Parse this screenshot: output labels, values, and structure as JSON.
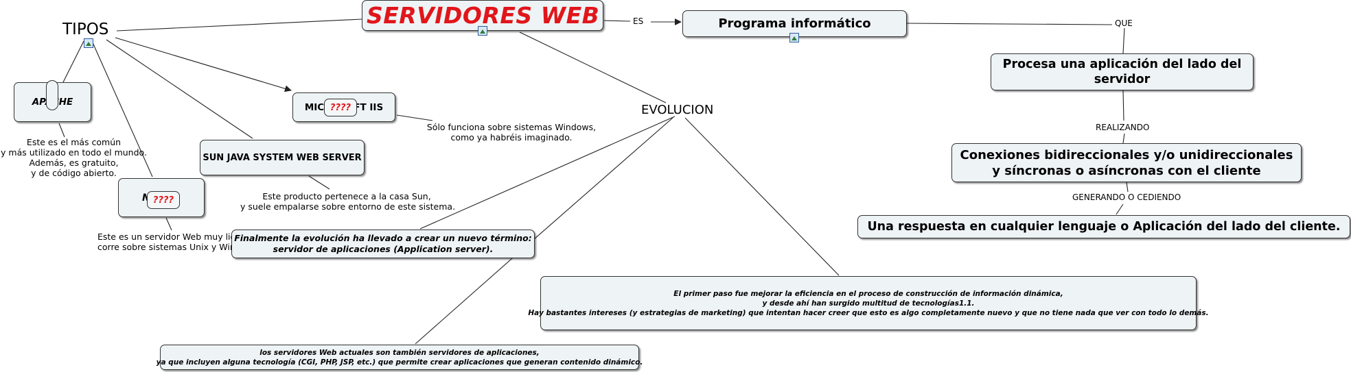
{
  "title": "SERVIDORES WEB",
  "colors": {
    "title": "#e0161b",
    "node_fill": "#eef3f5",
    "line": "#222222"
  },
  "tipos": "TIPOS",
  "evolucion": "EVOLUCION",
  "link_labels": {
    "es": "ES",
    "que": "QUE",
    "realizando": "REALIZANDO",
    "generando": "GENERANDO O CEDIENDO"
  },
  "nodes": {
    "programa": "Programa informático",
    "procesa": "Procesa una aplicación del lado del\nservidor",
    "conexiones": "Conexiones bidireccionales y/o unidireccionales\ny síncronas o asíncronas con el cliente",
    "respuesta": "Una respuesta en cualquier lenguaje o Aplicación del lado del cliente.",
    "apache": "APACHE",
    "iis": "MICROSOFT IIS",
    "sun": "SUN JAVA SYSTEM WEB SERVER",
    "n": "N",
    "finalmente": "Finalmente la evolución ha llevado a crear un nuevo término:\nservidor de aplicaciones (Application server).",
    "primer_paso": "El primer paso fue mejorar la eficiencia en el proceso de construcción de información dinámica,\ny desde ahí han surgido multitud de tecnologías1.1.\nHay bastantes intereses (y estrategias de marketing) que intentan hacer creer que esto es algo completamente nuevo y que no tiene nada que ver con todo lo demás.",
    "servidores_actuales": "los servidores Web actuales son también servidores de aplicaciones,\nya que incluyen alguna tecnología (CGI, PHP, JSP, etc.) que permite crear aplicaciones que generan contenido dinámico."
  },
  "notes": {
    "apache": "Este es el más común\ny más utilizado en todo el mundo.\nAdemás, es gratuito,\ny de código abierto.",
    "iis": "Sólo funciona sobre sistemas Windows,\ncomo ya habréis imaginado.",
    "sun": "Este producto pertenece a la casa Sun,\ny suele empalarse sobre entorno de este sistema.",
    "n": "Este es un servidor Web muy lig\ncorre sobre sistemas Unix y Win"
  },
  "placeholder": "????",
  "icons": [
    "image-icon-tipos",
    "image-icon-title",
    "image-icon-programa"
  ]
}
